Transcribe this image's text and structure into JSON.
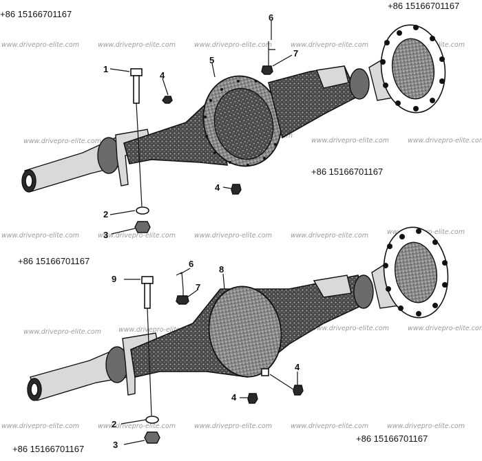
{
  "phone": "+86 15166701167",
  "watermark": "www.drivepro-elite.com",
  "callouts": {
    "c1": "1",
    "c2": "2",
    "c3": "3",
    "c4": "4",
    "c5": "5",
    "c6": "6",
    "c7": "7",
    "c8": "8",
    "c9": "9"
  },
  "colors": {
    "ink": "#111111",
    "watermark": "#9a9a9a",
    "background": "#ffffff"
  }
}
